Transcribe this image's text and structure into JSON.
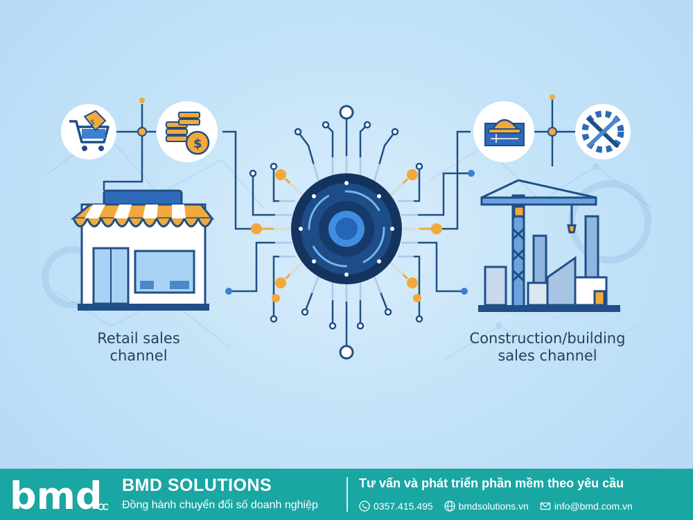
{
  "diagram": {
    "left_label_line1": "Retail sales",
    "left_label_line2": "channel",
    "right_label_line1": "Construction/building",
    "right_label_line2": "sales channel",
    "icons": [
      "shopping-cart-icon",
      "coins-icon",
      "dollar-icon",
      "blueprint-icon",
      "hard-hat-icon",
      "tools-icon",
      "storefront-icon",
      "construction-site-icon",
      "crane-icon",
      "ai-chip-icon"
    ],
    "colors": {
      "primary_blue": "#1f5c9e",
      "accent_orange": "#f2a93b",
      "background": "#c4e3f8"
    }
  },
  "footer": {
    "logo_text": "bmd",
    "brand_name": "BMD SOLUTIONS",
    "slogan": "Đồng hành chuyển đổi số doanh nghiệp",
    "service": "Tư vấn và phát triển phần mềm theo yêu cầu",
    "phone": "0357.415.495",
    "website": "bmdsolutions.vn",
    "email": "info@bmd.com.vn",
    "color": "#1aa6a3"
  }
}
